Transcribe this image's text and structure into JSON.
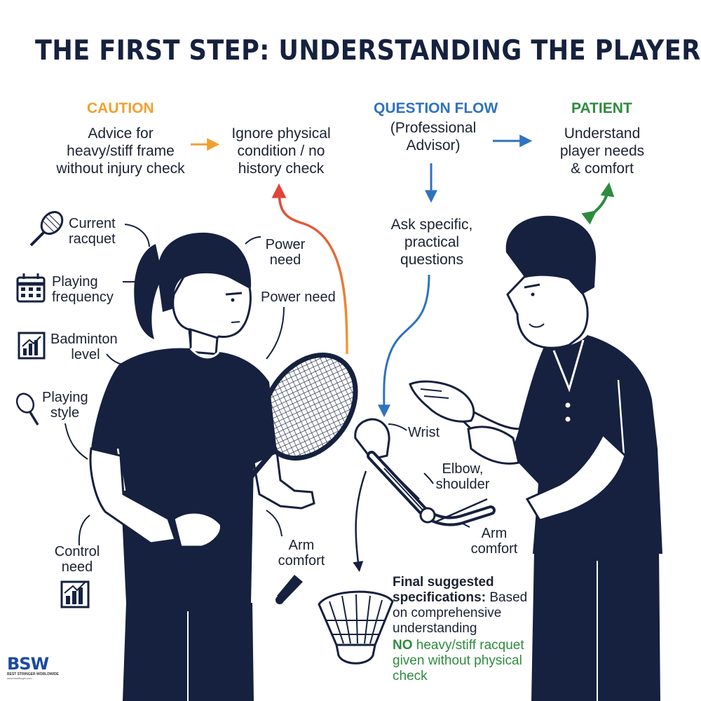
{
  "title": "THE FIRST STEP: UNDERSTANDING THE PLAYER",
  "colors": {
    "navy": "#16213f",
    "caution": "#f0a030",
    "flow": "#2f72c0",
    "patient": "#2e8b3e",
    "red": "#e0453a"
  },
  "caution": {
    "header": "CAUTION",
    "advice": [
      "Advice for",
      "heavy/stiff frame",
      "without injury check"
    ],
    "result": [
      "Ignore physical",
      "condition / no",
      "history check"
    ]
  },
  "question_flow": {
    "header": "QUESTION FLOW",
    "advisor": [
      "(Professional",
      "Advisor)"
    ],
    "ask": [
      "Ask specific,",
      "practical",
      "questions"
    ]
  },
  "patient": {
    "header": "PATIENT",
    "text": [
      "Understand",
      "player needs",
      "& comfort"
    ]
  },
  "player_factors": {
    "current_racquet": [
      "Current",
      "racquet"
    ],
    "playing_frequency": [
      "Playing",
      "frequency"
    ],
    "badminton_level": [
      "Badminton",
      "level"
    ],
    "playing_style": [
      "Playing",
      "style"
    ],
    "control_need": [
      "Control",
      "need"
    ],
    "power_need_top": [
      "Power",
      "need"
    ],
    "power_need": "Power need",
    "arm_comfort": [
      "Arm",
      "comfort"
    ]
  },
  "body_check": {
    "wrist": "Wrist",
    "elbow_shoulder": [
      "Elbow,",
      "shoulder"
    ],
    "arm_comfort": [
      "Arm",
      "comfort"
    ]
  },
  "final": {
    "heading": "Final suggested",
    "heading2": "specifications:",
    "based": "Based",
    "body": [
      "on comprehensive",
      "understanding"
    ],
    "no": "NO",
    "warning": [
      " heavy/stiff racquet",
      "given without physical",
      "check"
    ]
  },
  "logo": {
    "main": "BSW",
    "sub": "BEST STRINGER WORLDWIDE",
    "url": "www.bsstringer.com"
  },
  "icons": [
    "racquet-icon",
    "calendar-icon",
    "bar-chart-icon",
    "racquet-outline-icon",
    "bar-chart-icon",
    "shuttlecock-icon",
    "arrow-icon"
  ]
}
